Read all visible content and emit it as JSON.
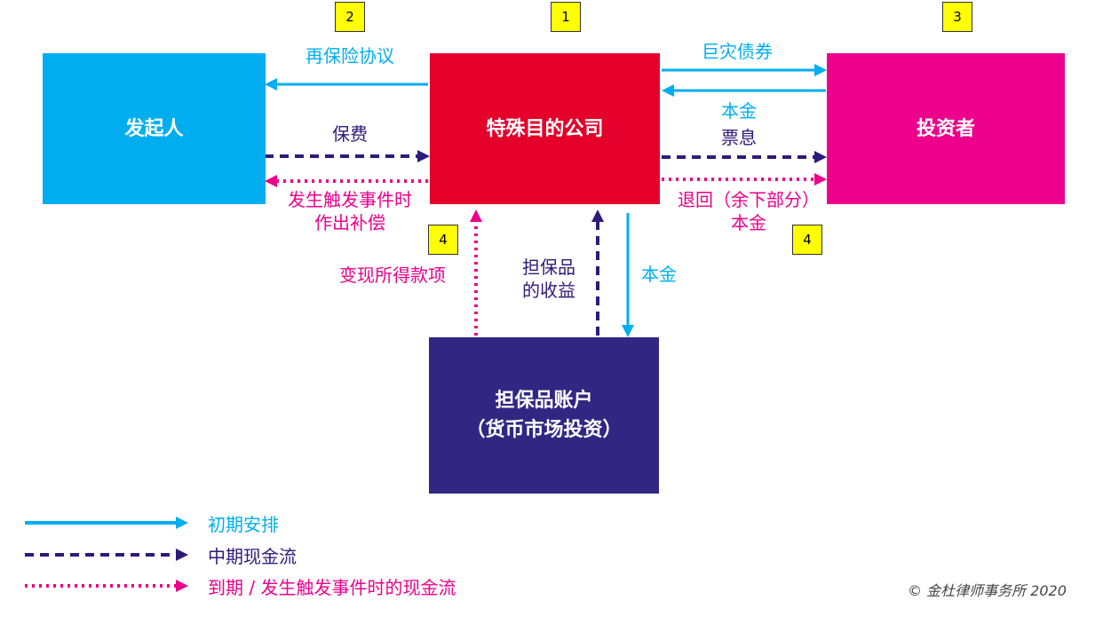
{
  "colors": {
    "initial": "#00aeef",
    "interim": "#2e1a7a",
    "maturity": "#ec008c",
    "sponsor_box": "#00aeef",
    "spv_box": "#e4002b",
    "investor_box": "#ec008c",
    "collateral_box": "#312783",
    "badge": "#ffff00"
  },
  "boxes": {
    "sponsor": "发起人",
    "spv": "特殊目的公司",
    "investors": "投资者",
    "collateral_line1": "担保品账户",
    "collateral_line2": "（货币市场投资）"
  },
  "badges": {
    "spv": "1",
    "reinsurance": "2",
    "investors": "3",
    "collateral": "4",
    "return_principal": "4"
  },
  "labels": {
    "reinsurance_agreement": "再保险协议",
    "premium": "保费",
    "compensation_line1": "发生触发事件时",
    "compensation_line2": "作出补偿",
    "cat_bonds": "巨灾债券",
    "principal_top": "本金",
    "coupon": "票息",
    "return_line1": "退回（余下部分）",
    "return_line2": "本金",
    "liquidation_proceeds": "变现所得款项",
    "collateral_returns_line1": "担保品",
    "collateral_returns_line2": "的收益",
    "principal_down": "本金"
  },
  "legend": [
    {
      "style": "solid",
      "label": "初期安排"
    },
    {
      "style": "dashed",
      "label": "中期现金流"
    },
    {
      "style": "dotted",
      "label": "到期 / 发生触发事件时的现金流"
    }
  ],
  "copyright": "© 金杜律师事务所 2020"
}
